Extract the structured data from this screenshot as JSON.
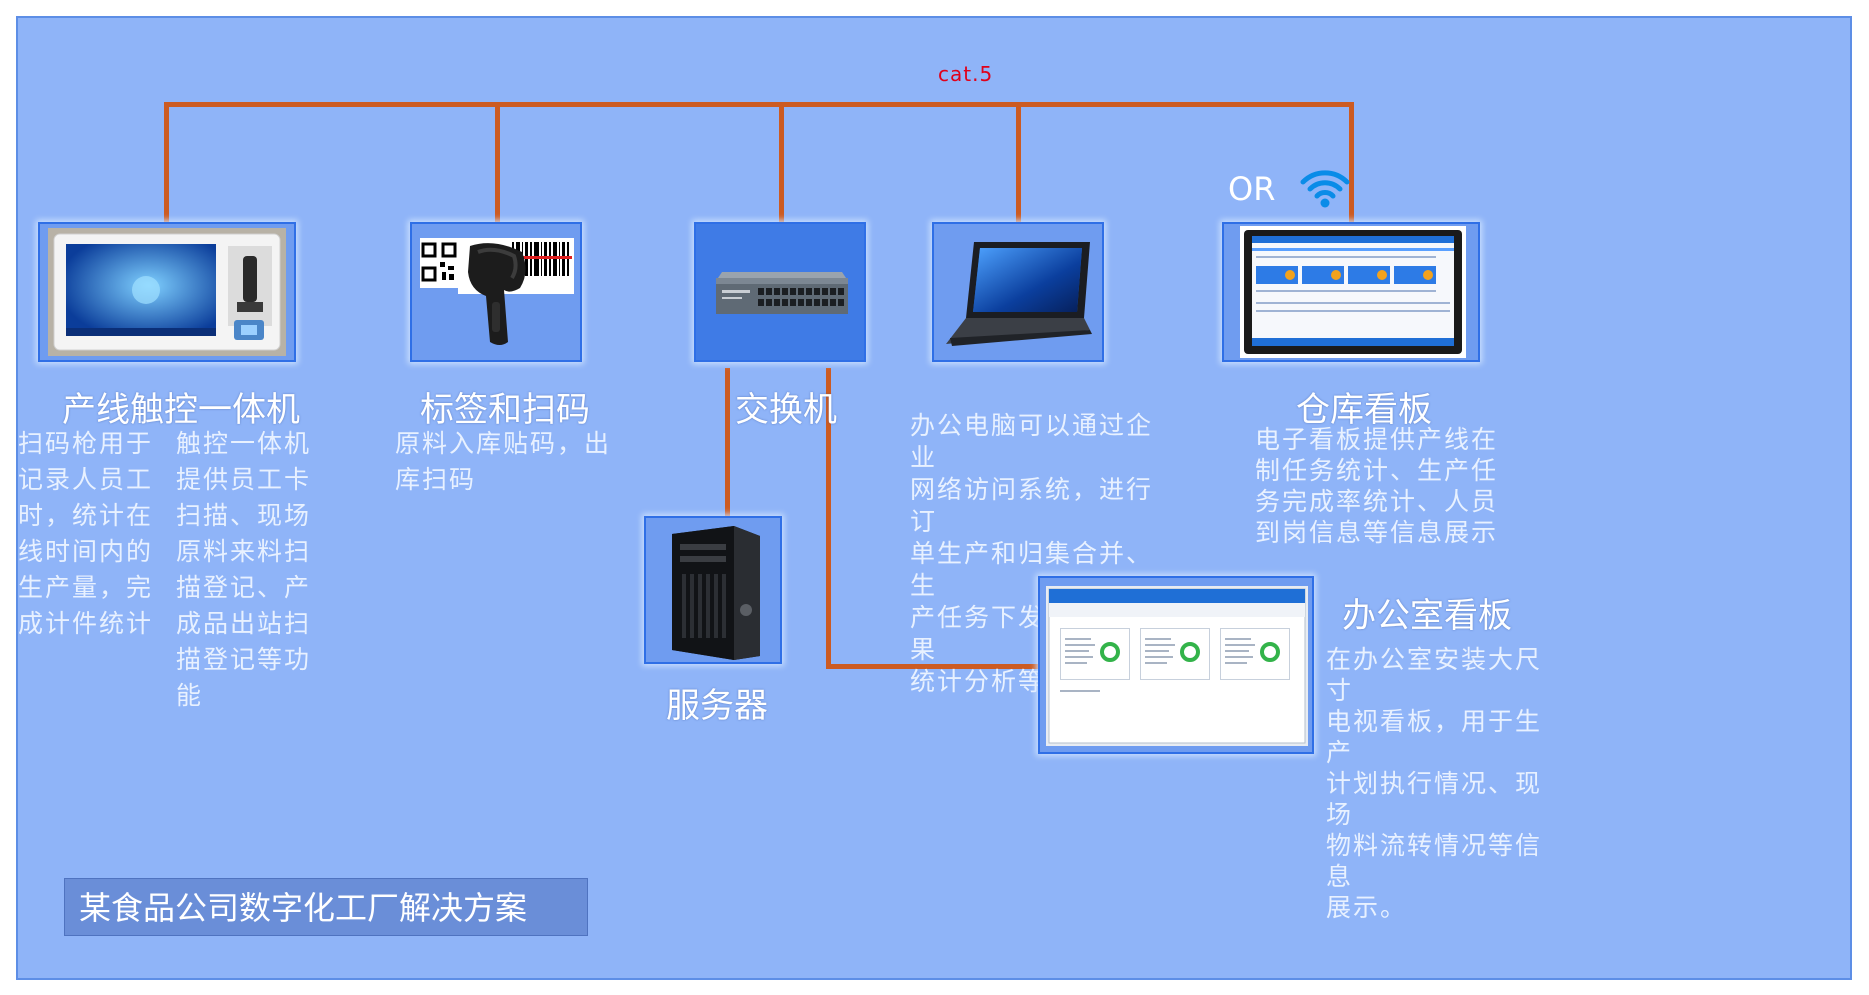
{
  "network": {
    "cable_label": "cat.5",
    "or_label": "OR"
  },
  "devices": [
    {
      "id": "touch-terminal",
      "title": "产线触控一体机",
      "desc_left": [
        "扫码枪用于",
        "记录人员工",
        "时，统计在",
        "线时间内的",
        "生产量，完",
        "成计件统计"
      ],
      "desc_right": [
        "触控一体机",
        "提供员工卡",
        "扫描、现场",
        "原料来料扫",
        "描登记、产",
        "成品出站扫",
        "描登记等功",
        "能"
      ]
    },
    {
      "id": "label-scan",
      "title": "标签和扫码",
      "desc": [
        "原料入库贴码，出",
        "库扫码"
      ]
    },
    {
      "id": "switch",
      "title": "交换机"
    },
    {
      "id": "office-pc",
      "title": "",
      "desc": [
        "办公电脑可以通过企业",
        "网络访问系统，进行订",
        "单生产和归集合并、生",
        "产任务下发、生产结果",
        "统计分析等操作。"
      ]
    },
    {
      "id": "warehouse-board",
      "title": "仓库看板",
      "desc": [
        "电子看板提供产线在",
        "制任务统计、生产任",
        "务完成率统计、人员",
        "到岗信息等信息展示"
      ]
    },
    {
      "id": "server",
      "title": "服务器"
    },
    {
      "id": "office-board",
      "title": "办公室看板",
      "desc": [
        "在办公室安装大尺寸",
        "电视看板，用于生产",
        "计划执行情况、现场",
        "物料流转情况等信息",
        "展示。"
      ]
    }
  ],
  "footer": {
    "title": "某食品公司数字化工厂解决方案"
  },
  "colors": {
    "background": "#8fb4f8",
    "cable": "#cc5b22",
    "box_border": "#2f6fe6",
    "accent_red": "#e0001a"
  },
  "icons": [
    "touchscreen-terminal-icon",
    "qr-code-icon",
    "barcode-icon",
    "barcode-scanner-icon",
    "network-switch-icon",
    "laptop-icon",
    "wifi-icon",
    "dashboard-monitor-icon",
    "tower-server-icon",
    "office-dashboard-screen-icon"
  ]
}
